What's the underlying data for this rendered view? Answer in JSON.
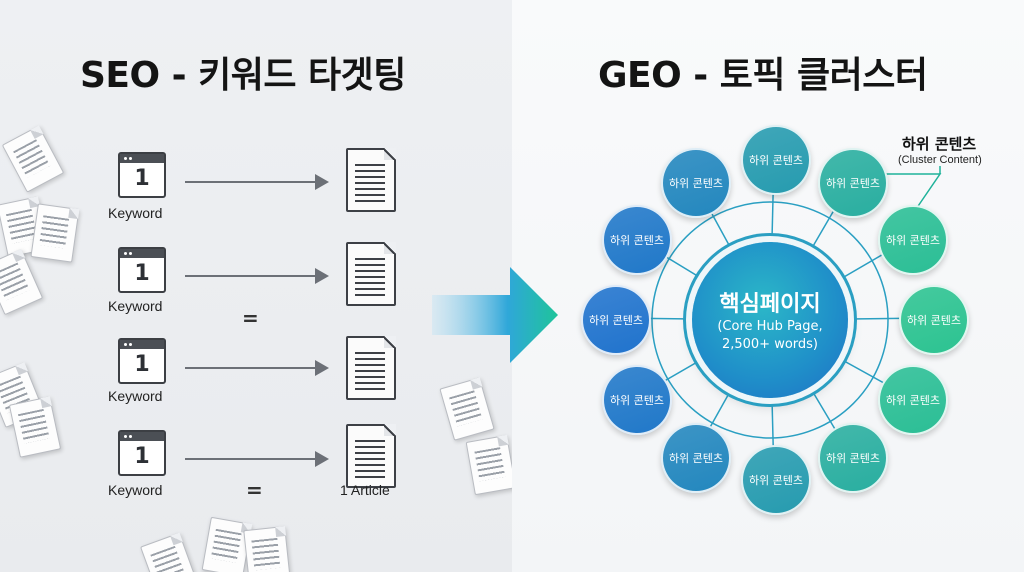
{
  "seo": {
    "title": "SEO - 키워드 타겟팅",
    "rows": [
      {
        "num": "1",
        "label": "Keyword"
      },
      {
        "num": "1",
        "label": "Keyword"
      },
      {
        "num": "1",
        "label": "Keyword"
      },
      {
        "num": "1",
        "label": "Keyword"
      }
    ],
    "equals_mid": "=",
    "equals_bottom": "=",
    "article_label": "1 Article"
  },
  "geo": {
    "title": "GEO - 토픽 클러스터",
    "core_title": "핵심페이지",
    "core_sub1": "(Core Hub Page,",
    "core_sub2": "2,500+ words)",
    "bubble_label": "하위 콘텐츠",
    "callout_title": "하위 콘텐츠",
    "callout_sub": "(Cluster Content)"
  },
  "colors": {
    "bubble_green": "#2cc58f",
    "bubble_teal": "#1eaaa8",
    "bubble_blue": "#1f6fd0",
    "core": "#1f8ec9",
    "arrow": "#1fb29a"
  }
}
